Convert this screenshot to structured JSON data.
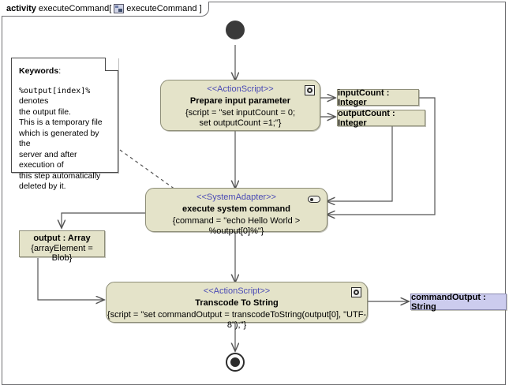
{
  "frame": {
    "keyword": "activity",
    "name": "executeCommand[",
    "icon": "activity-icon",
    "inner_name": "executeCommand ]"
  },
  "note": {
    "title": "Keywords",
    "colon": ":",
    "token": "%output[index]%",
    "line1": " denotes",
    "line2": "the output file.",
    "line3": "This is a temporary file",
    "line4": "which is generated by the",
    "line5": "server and after execution of",
    "line6": "this step automatically",
    "line7": "deleted by it."
  },
  "nodes": {
    "initial": {
      "label": "initial-node"
    },
    "prepare": {
      "stereotype": "<<ActionScript>>",
      "title": "Prepare input parameter",
      "body_line1": "{script = \"set inputCount = 0;",
      "body_line2": "set outputCount =1;\"}",
      "badge": "script-badge-icon"
    },
    "execute": {
      "stereotype": "<<SystemAdapter>>",
      "title": "execute system command",
      "body_line1": "{command = \"echo Hello World > %output[0]%\"}",
      "badge": "adapter-badge-icon"
    },
    "transcode": {
      "stereotype": "<<ActionScript>>",
      "title": "Transcode To String",
      "body_line1": "{script = \"set commandOutput = transcodeToString(output[0], \"UTF-8\");\"}",
      "badge": "script-badge-icon"
    },
    "final": {
      "label": "activity-final-node"
    }
  },
  "pins": {
    "input_count": "inputCount : Integer",
    "output_count": "outputCount : Integer",
    "command_output": "commandOutput : String"
  },
  "object_nodes": {
    "output_array": {
      "title": "output : Array",
      "subtitle": "{arrayElement = Blob}"
    }
  },
  "colors": {
    "node_fill": "#e4e3c9",
    "node_border": "#8d8d77",
    "stereotype_text": "#4b4bb5",
    "pin_lavender": "#ccccee",
    "node_dark": "#3a3a3a",
    "edge": "#555555",
    "frame_border": "#6f6f72"
  }
}
